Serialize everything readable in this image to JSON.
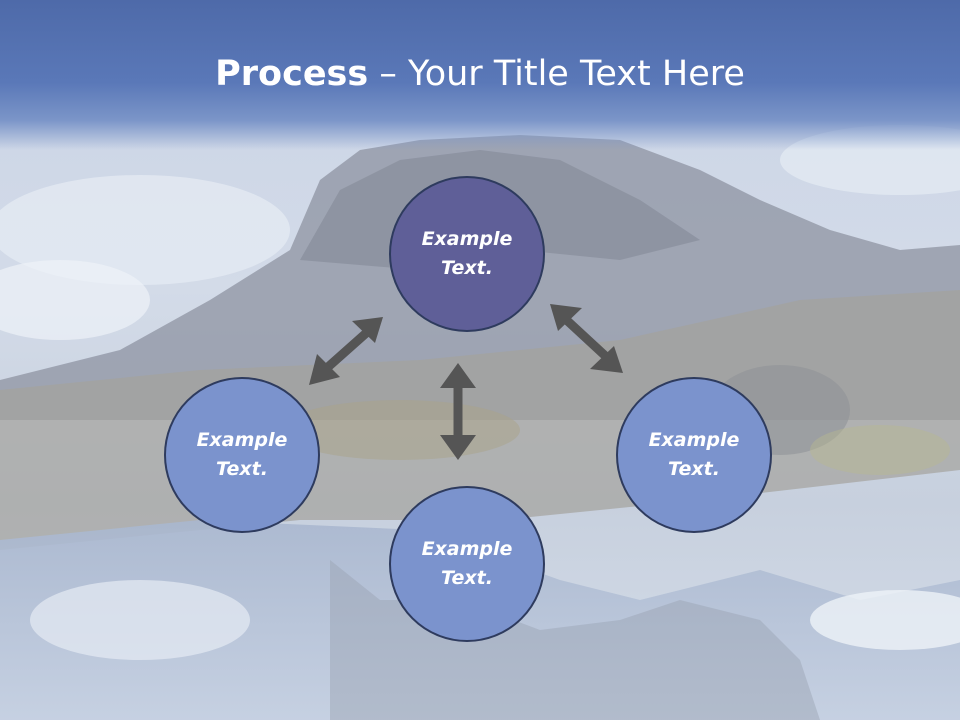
{
  "title": {
    "bold": "Process",
    "separator": " – ",
    "rest": "Your Title Text Here"
  },
  "nodes": [
    {
      "id": "top",
      "label": "Example\nText.",
      "color": "#5f5f98"
    },
    {
      "id": "left",
      "label": "Example\nText.",
      "color": "#7b93cd"
    },
    {
      "id": "bottom",
      "label": "Example\nText.",
      "color": "#7b93cd"
    },
    {
      "id": "right",
      "label": "Example\nText.",
      "color": "#7b93cd"
    }
  ],
  "colors": {
    "title_band": "#5a78b8",
    "arrow": "#555555",
    "node_border": "#2e3b5e"
  }
}
